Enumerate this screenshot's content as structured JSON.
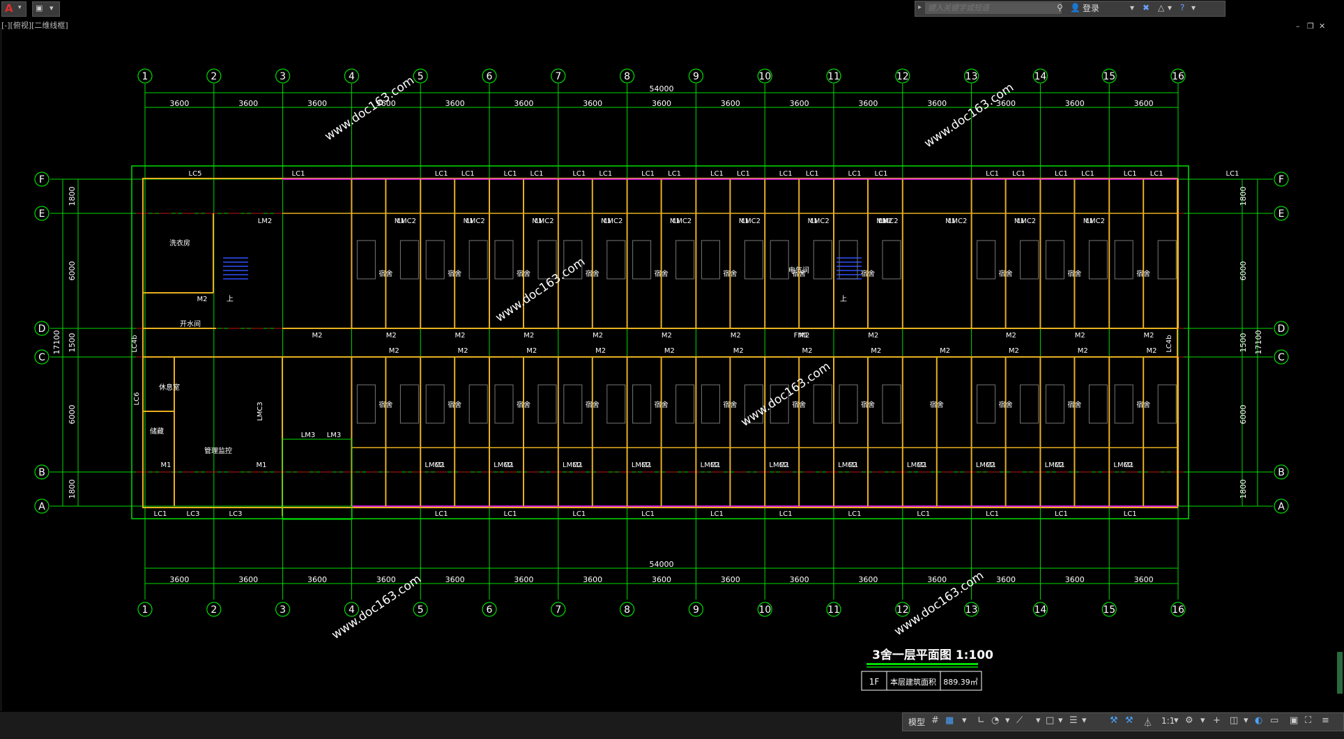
{
  "app": {
    "logo_letter": "A"
  },
  "search": {
    "placeholder": "键入关键字或短语"
  },
  "toolbar": {
    "login_label": "登录"
  },
  "viewport": {
    "label": "[-][俯视][二维线框]"
  },
  "status": {
    "model_tab": "模型",
    "scale": "1:1"
  },
  "colors": {
    "grid": "#00dd00",
    "walls": "#e8b020",
    "partitions": "#d020d0",
    "axis_dash": "#c01818",
    "text": "#ffffff",
    "watermark": "#ffffff"
  },
  "plan": {
    "column_labels": [
      "1",
      "2",
      "3",
      "4",
      "5",
      "6",
      "7",
      "8",
      "9",
      "10",
      "11",
      "12",
      "13",
      "14",
      "15",
      "16"
    ],
    "row_labels": [
      "F",
      "E",
      "D",
      "C",
      "B",
      "A"
    ],
    "bay_dim": "3600",
    "total_dim": "54000",
    "left_dims": [
      "1800",
      "6000",
      "1500",
      "6000",
      "1800"
    ],
    "right_dims": [
      "1800",
      "6000",
      "1500",
      "6000",
      "1800"
    ],
    "total_depth": "17100",
    "rooms": {
      "dorm": "宿舍",
      "laundry": "洗衣房",
      "boiling": "开水间",
      "rest": "休息室",
      "storage": "储藏",
      "mgmt": "管理监控",
      "electric": "电气间"
    },
    "window_labels": {
      "lc1": "LC1",
      "lc3": "LC3",
      "lc4b": "LC4b",
      "lc5": "LC5",
      "lc6": "LC6",
      "lm2": "LM2",
      "lm3": "LM3",
      "lmc2": "LMC2",
      "lmc3": "LMC3"
    },
    "door_labels": {
      "m1": "M1",
      "m2": "M2",
      "fm1": "FM1"
    },
    "stair_up": "上",
    "title": "3舍一层平面图  1:100",
    "area_table": {
      "floor": "1F",
      "label": "本层建筑面积",
      "value": "889.39㎡"
    },
    "watermark": "www.doc163.com"
  }
}
